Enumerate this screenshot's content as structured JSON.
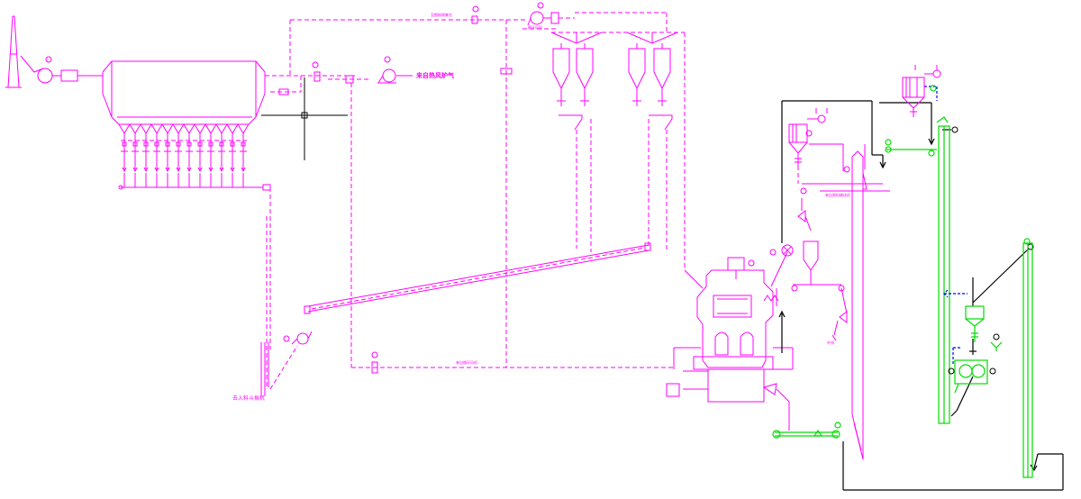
{
  "colors": {
    "main_process": "#ff00ff",
    "conveying": "#00dd00",
    "auxiliary": "#000000",
    "pneumatic": "#0000ff"
  },
  "labels": {
    "hot_air_source": "来自热风炉气",
    "top_note": "至细粉收集仓",
    "fan_note": "循环风机",
    "bottom_pipe_note": "来自循环风机",
    "outlet_note": "去入料斗振机",
    "right_pipe_note": "来自原料输送机",
    "small_label": "外排"
  }
}
